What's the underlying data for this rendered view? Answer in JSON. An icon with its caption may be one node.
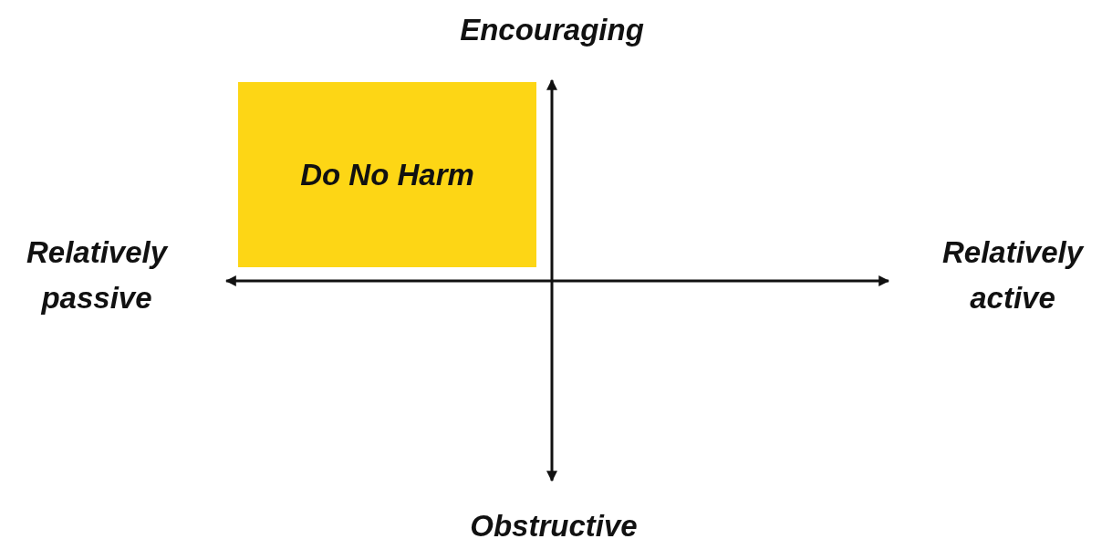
{
  "diagram": {
    "nodes": [
      {
        "text": [
          "Do No Harm"
        ]
      }
    ],
    "labels": [
      "Encouraging",
      "Relatively passive",
      "Relatively active",
      "Obstructive"
    ]
  }
}
